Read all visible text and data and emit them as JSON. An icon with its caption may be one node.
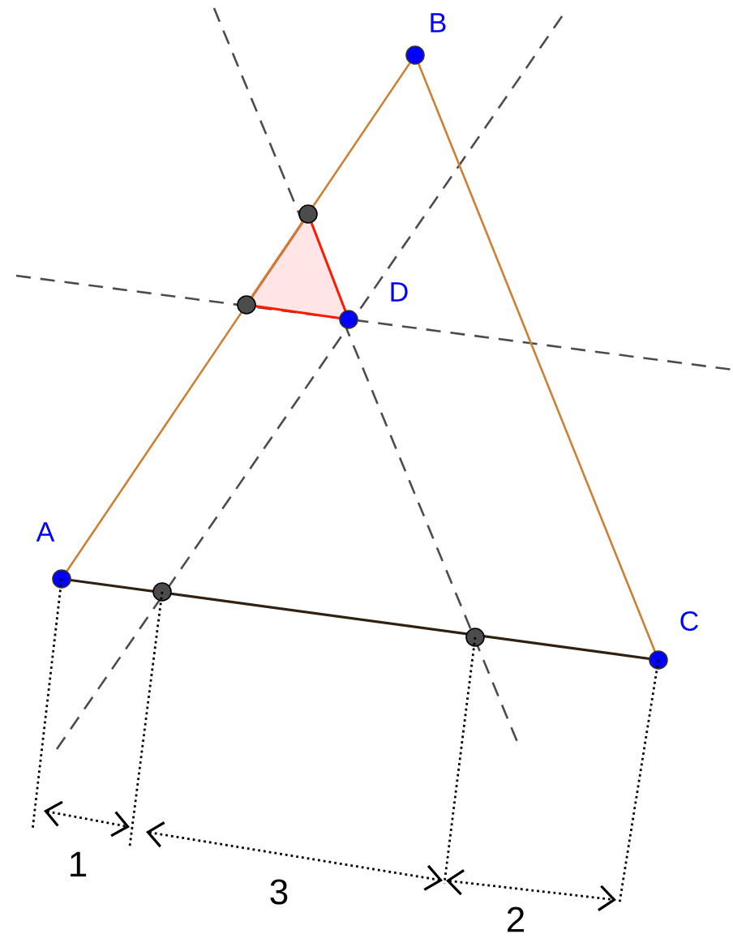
{
  "diagram": {
    "labels": [
      "B",
      "D",
      "A",
      "C",
      "1",
      "3",
      "2"
    ]
  }
}
